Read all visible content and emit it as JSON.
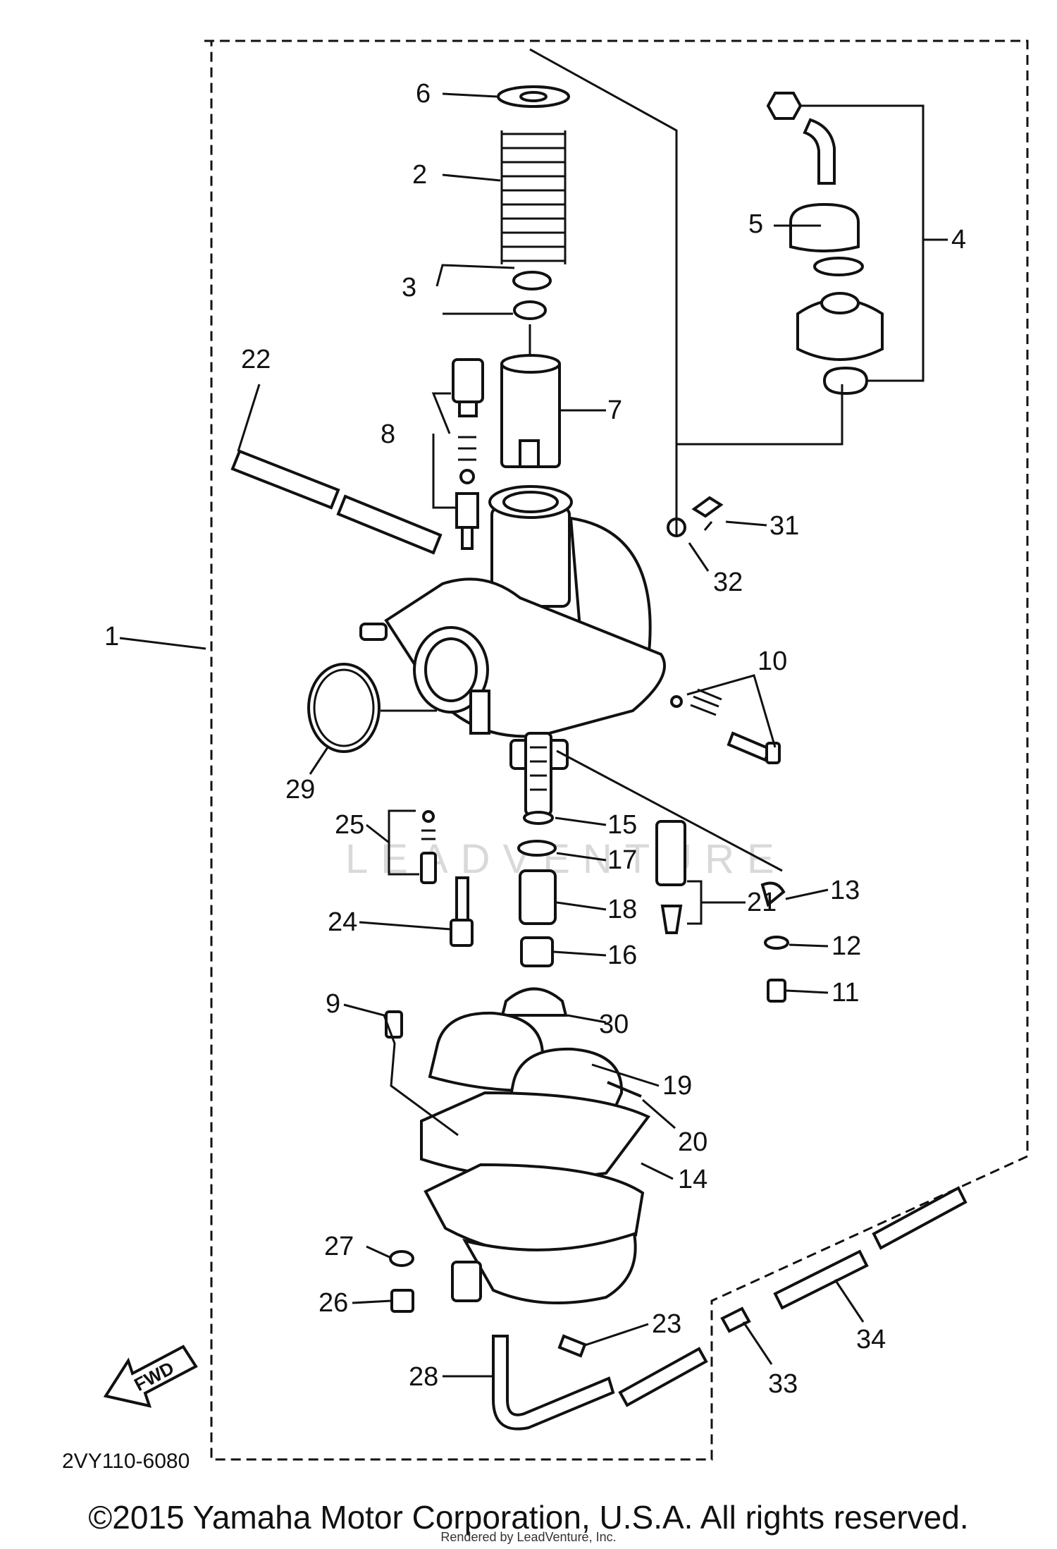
{
  "diagram": {
    "drawing_code": "2VY110-6080",
    "watermark": "LEADVENTURE",
    "direction_arrow_label": "FWD",
    "callouts": [
      "1",
      "2",
      "3",
      "4",
      "5",
      "6",
      "7",
      "8",
      "9",
      "10",
      "11",
      "12",
      "13",
      "14",
      "15",
      "16",
      "17",
      "18",
      "19",
      "20",
      "21",
      "22",
      "23",
      "24",
      "25",
      "26",
      "27",
      "28",
      "29",
      "30",
      "31",
      "32",
      "33",
      "34"
    ]
  },
  "footer": {
    "copyright": "©2015 Yamaha Motor Corporation, U.S.A. All rights reserved.",
    "rendered_by": "Rendered by LeadVenture, Inc."
  }
}
